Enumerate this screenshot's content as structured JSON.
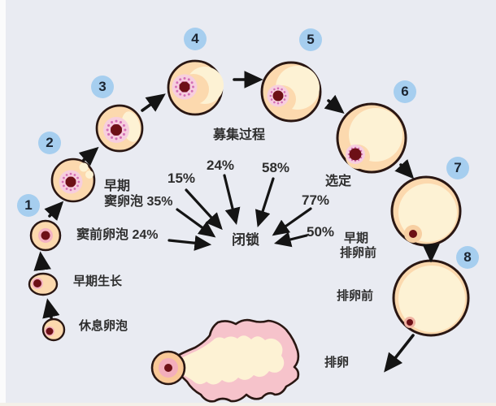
{
  "stages": [
    {
      "num": "1"
    },
    {
      "num": "2"
    },
    {
      "num": "3"
    },
    {
      "num": "4"
    },
    {
      "num": "5"
    },
    {
      "num": "6"
    },
    {
      "num": "7"
    },
    {
      "num": "8"
    }
  ],
  "labels": {
    "resting_follicle": "休息卵泡",
    "early_growth": "早期生长",
    "preantral_follicle": "窦前卵泡 24%",
    "early_antral_line1": "早期",
    "early_antral_line2": "窦卵泡 35%",
    "recruitment": "募集过程",
    "selection": "选定",
    "early_preovulatory_line1": "早期",
    "early_preovulatory_line2": "排卵前",
    "preovulatory": "排卵前",
    "ovulation": "排卵",
    "atresia": "闭锁"
  },
  "percentages": {
    "p15": "15%",
    "p24": "24%",
    "p58": "58%",
    "p77": "77%",
    "p50": "50%"
  },
  "colors": {
    "background": "#e9ebf2",
    "badge_blue": "#a6ceef",
    "follicle_peach": "#fcd9ae",
    "granulosa_pink": "#f7cede",
    "granulosa_dots": "#d36fb5",
    "oocyte_dark_red": "#6d1016",
    "antrum_cream": "#fdf2d4",
    "corpus_pink": "#f6c3cb",
    "outline_dark": "#2a1713",
    "arrow_black": "#141414"
  }
}
